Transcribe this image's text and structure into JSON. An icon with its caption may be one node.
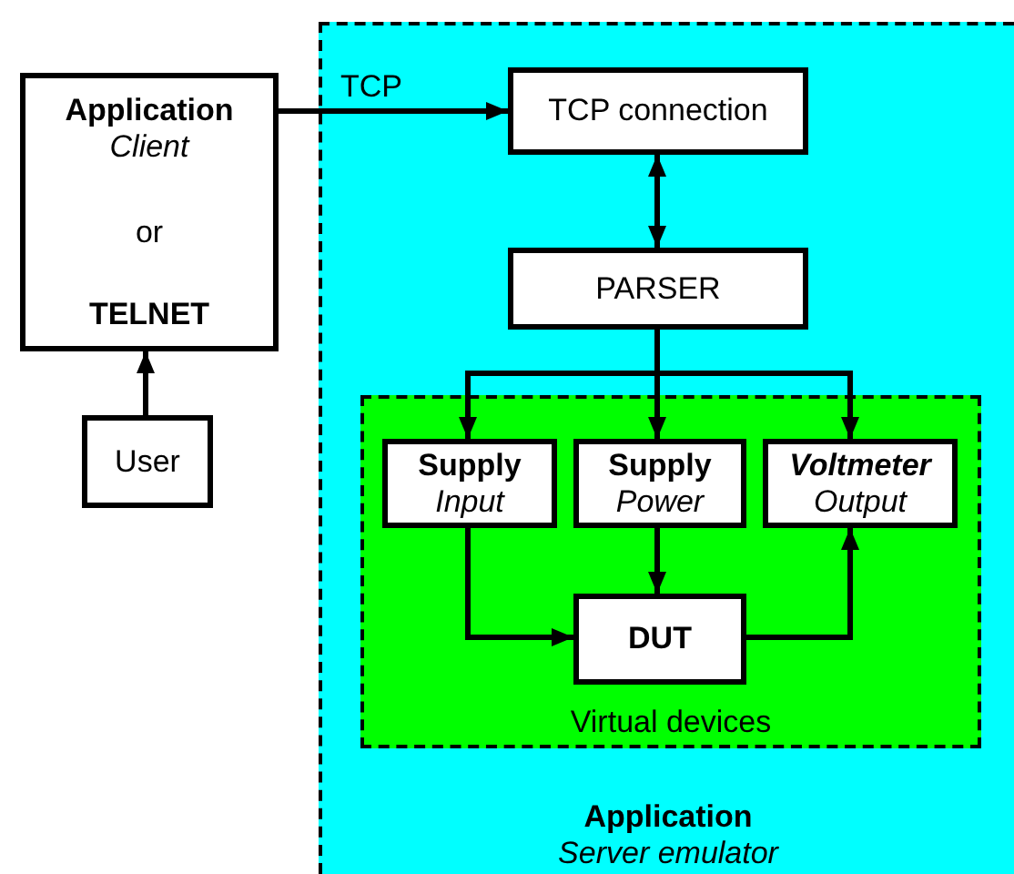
{
  "diagram": {
    "nodes": [
      {
        "text": [
          "Application",
          "Client",
          "or",
          "TELNET"
        ]
      },
      {
        "text": [
          "User"
        ]
      },
      {
        "text": [
          "Application",
          "Server emulator"
        ]
      },
      {
        "text": [
          "TCP connection"
        ],
        "in": 2
      },
      {
        "text": [
          "PARSER"
        ],
        "in": 2
      },
      {
        "text": [
          "Virtual devices"
        ],
        "in": 2
      },
      {
        "text": [
          "Supply",
          "Input"
        ],
        "in": 5
      },
      {
        "text": [
          "Supply",
          "Power"
        ],
        "in": 5
      },
      {
        "text": [
          "Voltmeter",
          "Output"
        ],
        "in": 5
      },
      {
        "text": [
          "DUT"
        ],
        "in": 5
      }
    ],
    "edges": [
      {
        "from": 1,
        "to": 0,
        "arrow": "to"
      },
      {
        "from": 0,
        "to": 3,
        "arrow": "to",
        "label": "TCP"
      },
      {
        "from": 3,
        "to": 4,
        "arrow": "both"
      },
      {
        "from": 4,
        "to": 6,
        "arrow": "to"
      },
      {
        "from": 4,
        "to": 7,
        "arrow": "to"
      },
      {
        "from": 4,
        "to": 8,
        "arrow": "to"
      },
      {
        "from": 6,
        "to": 9,
        "arrow": "to"
      },
      {
        "from": 7,
        "to": 9,
        "arrow": "to"
      },
      {
        "from": 9,
        "to": 8,
        "arrow": "to"
      }
    ]
  }
}
